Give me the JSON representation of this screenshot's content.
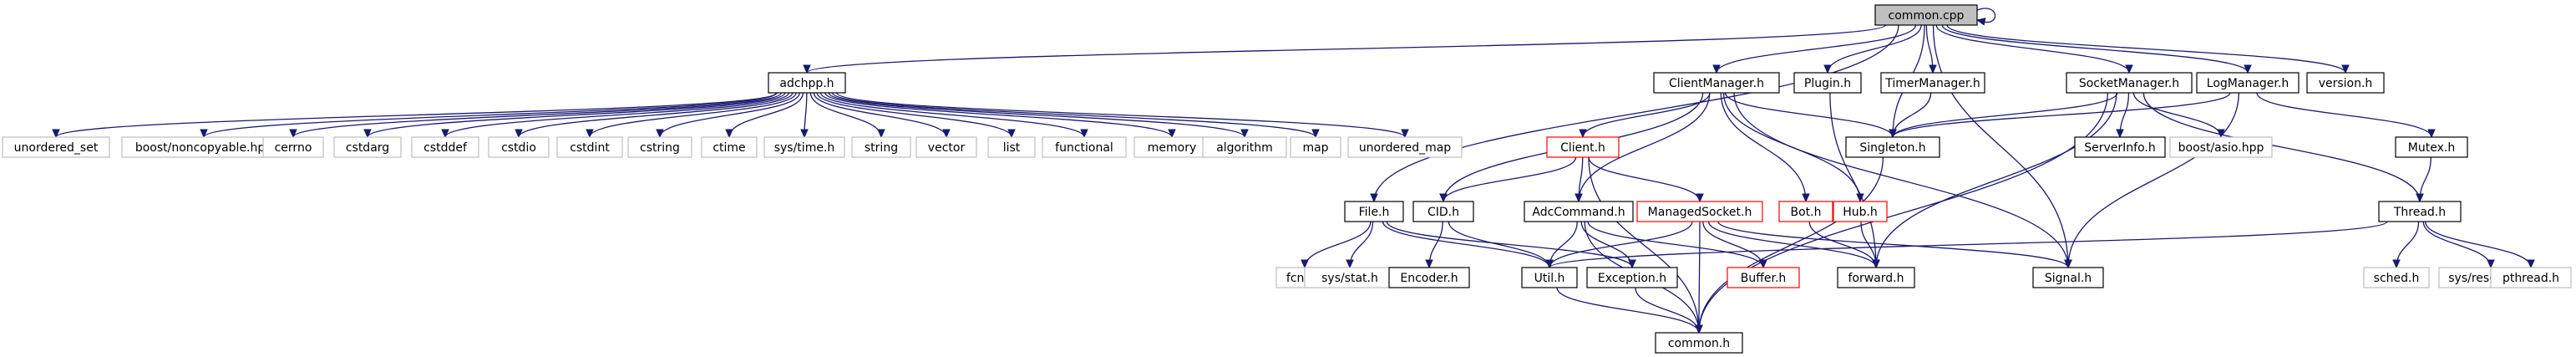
{
  "colors": {
    "edge": "#191970",
    "root_fill": "#bfbfbf",
    "root_stroke": "#000000",
    "normal_stroke": "#000000",
    "external_stroke": "#bfbfbf",
    "truncated_stroke": "#ff0000",
    "node_fill": "#ffffff"
  },
  "nodes": [
    {
      "id": "common_cpp",
      "label": "common.cpp",
      "kind": "root"
    },
    {
      "id": "adchpp_h",
      "label": "adchpp.h",
      "kind": "normal"
    },
    {
      "id": "clientmanager_h",
      "label": "ClientManager.h",
      "kind": "normal"
    },
    {
      "id": "plugin_h",
      "label": "Plugin.h",
      "kind": "normal"
    },
    {
      "id": "timermanager_h",
      "label": "TimerManager.h",
      "kind": "normal"
    },
    {
      "id": "socketmanager_h",
      "label": "SocketManager.h",
      "kind": "normal"
    },
    {
      "id": "logmanager_h",
      "label": "LogManager.h",
      "kind": "normal"
    },
    {
      "id": "version_h",
      "label": "version.h",
      "kind": "normal"
    },
    {
      "id": "unordered_set",
      "label": "unordered_set",
      "kind": "external"
    },
    {
      "id": "noncopyable",
      "label": "boost/noncopyable.hpp",
      "kind": "external"
    },
    {
      "id": "cerrno",
      "label": "cerrno",
      "kind": "external"
    },
    {
      "id": "cstdarg",
      "label": "cstdarg",
      "kind": "external"
    },
    {
      "id": "cstddef",
      "label": "cstddef",
      "kind": "external"
    },
    {
      "id": "cstdio",
      "label": "cstdio",
      "kind": "external"
    },
    {
      "id": "cstdint",
      "label": "cstdint",
      "kind": "external"
    },
    {
      "id": "cstring",
      "label": "cstring",
      "kind": "external"
    },
    {
      "id": "ctime",
      "label": "ctime",
      "kind": "external"
    },
    {
      "id": "systime",
      "label": "sys/time.h",
      "kind": "external"
    },
    {
      "id": "string",
      "label": "string",
      "kind": "external"
    },
    {
      "id": "vector",
      "label": "vector",
      "kind": "external"
    },
    {
      "id": "list",
      "label": "list",
      "kind": "external"
    },
    {
      "id": "functional",
      "label": "functional",
      "kind": "external"
    },
    {
      "id": "memory",
      "label": "memory",
      "kind": "external"
    },
    {
      "id": "algorithm",
      "label": "algorithm",
      "kind": "external"
    },
    {
      "id": "map",
      "label": "map",
      "kind": "external"
    },
    {
      "id": "unordered_map",
      "label": "unordered_map",
      "kind": "external"
    },
    {
      "id": "client_h",
      "label": "Client.h",
      "kind": "truncated"
    },
    {
      "id": "singleton_h",
      "label": "Singleton.h",
      "kind": "normal"
    },
    {
      "id": "serverinfo_h",
      "label": "ServerInfo.h",
      "kind": "normal"
    },
    {
      "id": "boostasio",
      "label": "boost/asio.hpp",
      "kind": "external"
    },
    {
      "id": "mutex_h",
      "label": "Mutex.h",
      "kind": "normal"
    },
    {
      "id": "file_h",
      "label": "File.h",
      "kind": "normal"
    },
    {
      "id": "cid_h",
      "label": "CID.h",
      "kind": "normal"
    },
    {
      "id": "adccommand_h",
      "label": "AdcCommand.h",
      "kind": "normal"
    },
    {
      "id": "managedsocket_h",
      "label": "ManagedSocket.h",
      "kind": "truncated"
    },
    {
      "id": "bot_h",
      "label": "Bot.h",
      "kind": "truncated"
    },
    {
      "id": "hub_h",
      "label": "Hub.h",
      "kind": "truncated"
    },
    {
      "id": "thread_h",
      "label": "Thread.h",
      "kind": "normal"
    },
    {
      "id": "fcntl",
      "label": "fcntl.h",
      "kind": "external"
    },
    {
      "id": "sysstat",
      "label": "sys/stat.h",
      "kind": "external"
    },
    {
      "id": "encoder_h",
      "label": "Encoder.h",
      "kind": "normal"
    },
    {
      "id": "util_h",
      "label": "Util.h",
      "kind": "normal"
    },
    {
      "id": "exception_h",
      "label": "Exception.h",
      "kind": "normal"
    },
    {
      "id": "buffer_h",
      "label": "Buffer.h",
      "kind": "truncated"
    },
    {
      "id": "forward_h",
      "label": "forward.h",
      "kind": "normal"
    },
    {
      "id": "signal_h",
      "label": "Signal.h",
      "kind": "normal"
    },
    {
      "id": "sched",
      "label": "sched.h",
      "kind": "external"
    },
    {
      "id": "sysresource",
      "label": "sys/resource.h",
      "kind": "external"
    },
    {
      "id": "pthread",
      "label": "pthread.h",
      "kind": "external"
    },
    {
      "id": "common_h",
      "label": "common.h",
      "kind": "normal"
    }
  ],
  "edges": [
    [
      "common_cpp",
      "common_cpp"
    ],
    [
      "common_cpp",
      "adchpp_h"
    ],
    [
      "common_cpp",
      "clientmanager_h"
    ],
    [
      "common_cpp",
      "plugin_h"
    ],
    [
      "common_cpp",
      "timermanager_h"
    ],
    [
      "common_cpp",
      "socketmanager_h"
    ],
    [
      "common_cpp",
      "logmanager_h"
    ],
    [
      "common_cpp",
      "version_h"
    ],
    [
      "common_cpp",
      "file_h"
    ],
    [
      "common_cpp",
      "singleton_h"
    ],
    [
      "common_cpp",
      "signal_h"
    ],
    [
      "adchpp_h",
      "unordered_set"
    ],
    [
      "adchpp_h",
      "noncopyable"
    ],
    [
      "adchpp_h",
      "cerrno"
    ],
    [
      "adchpp_h",
      "cstdarg"
    ],
    [
      "adchpp_h",
      "cstddef"
    ],
    [
      "adchpp_h",
      "cstdio"
    ],
    [
      "adchpp_h",
      "cstdint"
    ],
    [
      "adchpp_h",
      "cstring"
    ],
    [
      "adchpp_h",
      "ctime"
    ],
    [
      "adchpp_h",
      "systime"
    ],
    [
      "adchpp_h",
      "string"
    ],
    [
      "adchpp_h",
      "vector"
    ],
    [
      "adchpp_h",
      "list"
    ],
    [
      "adchpp_h",
      "functional"
    ],
    [
      "adchpp_h",
      "memory"
    ],
    [
      "adchpp_h",
      "algorithm"
    ],
    [
      "adchpp_h",
      "map"
    ],
    [
      "adchpp_h",
      "unordered_map"
    ],
    [
      "clientmanager_h",
      "client_h"
    ],
    [
      "clientmanager_h",
      "cid_h"
    ],
    [
      "clientmanager_h",
      "adccommand_h"
    ],
    [
      "clientmanager_h",
      "singleton_h"
    ],
    [
      "clientmanager_h",
      "bot_h"
    ],
    [
      "clientmanager_h",
      "hub_h"
    ],
    [
      "clientmanager_h",
      "signal_h"
    ],
    [
      "plugin_h",
      "forward_h"
    ],
    [
      "timermanager_h",
      "singleton_h"
    ],
    [
      "socketmanager_h",
      "singleton_h"
    ],
    [
      "socketmanager_h",
      "serverinfo_h"
    ],
    [
      "socketmanager_h",
      "boostasio"
    ],
    [
      "socketmanager_h",
      "forward_h"
    ],
    [
      "socketmanager_h",
      "thread_h"
    ],
    [
      "socketmanager_h",
      "common_h"
    ],
    [
      "logmanager_h",
      "singleton_h"
    ],
    [
      "logmanager_h",
      "mutex_h"
    ],
    [
      "logmanager_h",
      "signal_h"
    ],
    [
      "client_h",
      "cid_h"
    ],
    [
      "client_h",
      "adccommand_h"
    ],
    [
      "client_h",
      "managedsocket_h"
    ],
    [
      "client_h",
      "common_h"
    ],
    [
      "file_h",
      "fcntl"
    ],
    [
      "file_h",
      "sysstat"
    ],
    [
      "file_h",
      "util_h"
    ],
    [
      "file_h",
      "exception_h"
    ],
    [
      "cid_h",
      "encoder_h"
    ],
    [
      "cid_h",
      "util_h"
    ],
    [
      "adccommand_h",
      "util_h"
    ],
    [
      "adccommand_h",
      "exception_h"
    ],
    [
      "adccommand_h",
      "buffer_h"
    ],
    [
      "adccommand_h",
      "common_h"
    ],
    [
      "managedsocket_h",
      "buffer_h"
    ],
    [
      "managedsocket_h",
      "forward_h"
    ],
    [
      "managedsocket_h",
      "signal_h"
    ],
    [
      "managedsocket_h",
      "util_h"
    ],
    [
      "managedsocket_h",
      "common_h"
    ],
    [
      "bot_h",
      "forward_h"
    ],
    [
      "hub_h",
      "forward_h"
    ],
    [
      "mutex_h",
      "thread_h"
    ],
    [
      "thread_h",
      "sched"
    ],
    [
      "thread_h",
      "sysresource"
    ],
    [
      "thread_h",
      "pthread"
    ],
    [
      "thread_h",
      "util_h"
    ],
    [
      "util_h",
      "common_h"
    ],
    [
      "exception_h",
      "common_h"
    ],
    [
      "singleton_h",
      "common_h"
    ]
  ]
}
